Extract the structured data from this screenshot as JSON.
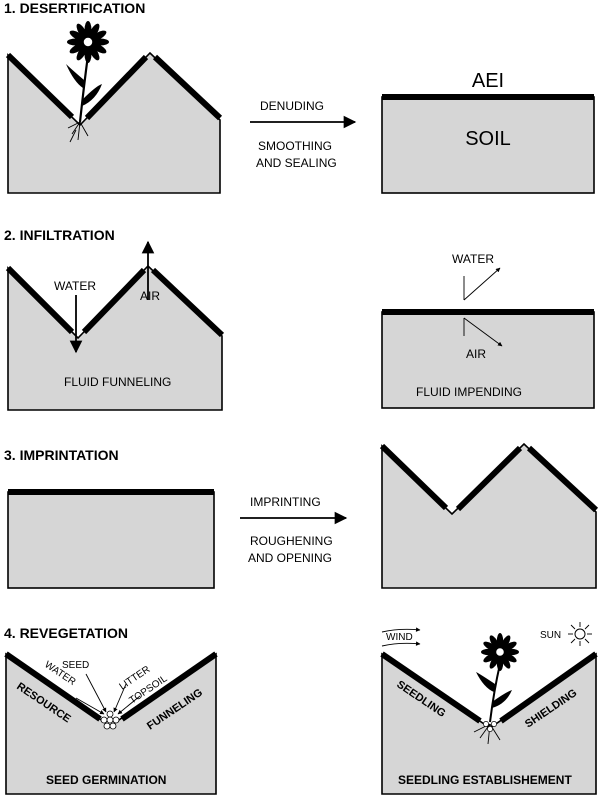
{
  "sections": {
    "desertification": "1. DESERTIFICATION",
    "infiltration": "2. INFILTRATION",
    "imprintation": "3. IMPRINTATION",
    "revegetation": "4. REVEGETATION"
  },
  "panel1": {
    "arrow_top": "DENUDING",
    "arrow_bottom_1": "SMOOTHING",
    "arrow_bottom_2": "AND SEALING",
    "aei": "AEI",
    "soil": "SOIL"
  },
  "panel2": {
    "water": "WATER",
    "air": "AIR",
    "left_caption": "FLUID FUNNELING",
    "right_water": "WATER",
    "right_air": "AIR",
    "right_caption": "FLUID IMPENDING"
  },
  "panel3": {
    "arrow_top": "IMPRINTING",
    "arrow_bottom_1": "ROUGHENING",
    "arrow_bottom_2": "AND OPENING"
  },
  "panel4": {
    "resource": "RESOURCE",
    "water": "WATER",
    "seed": "SEED",
    "litter": "LITTER",
    "topsoil": "TOPSOIL",
    "funneling": "FUNNELING",
    "left_caption": "SEED GERMINATION",
    "wind": "WIND",
    "sun": "SUN",
    "seedling": "SEEDLING",
    "shielding": "SHIELDING",
    "right_caption": "SEEDLING ESTABLISHEMENT"
  }
}
